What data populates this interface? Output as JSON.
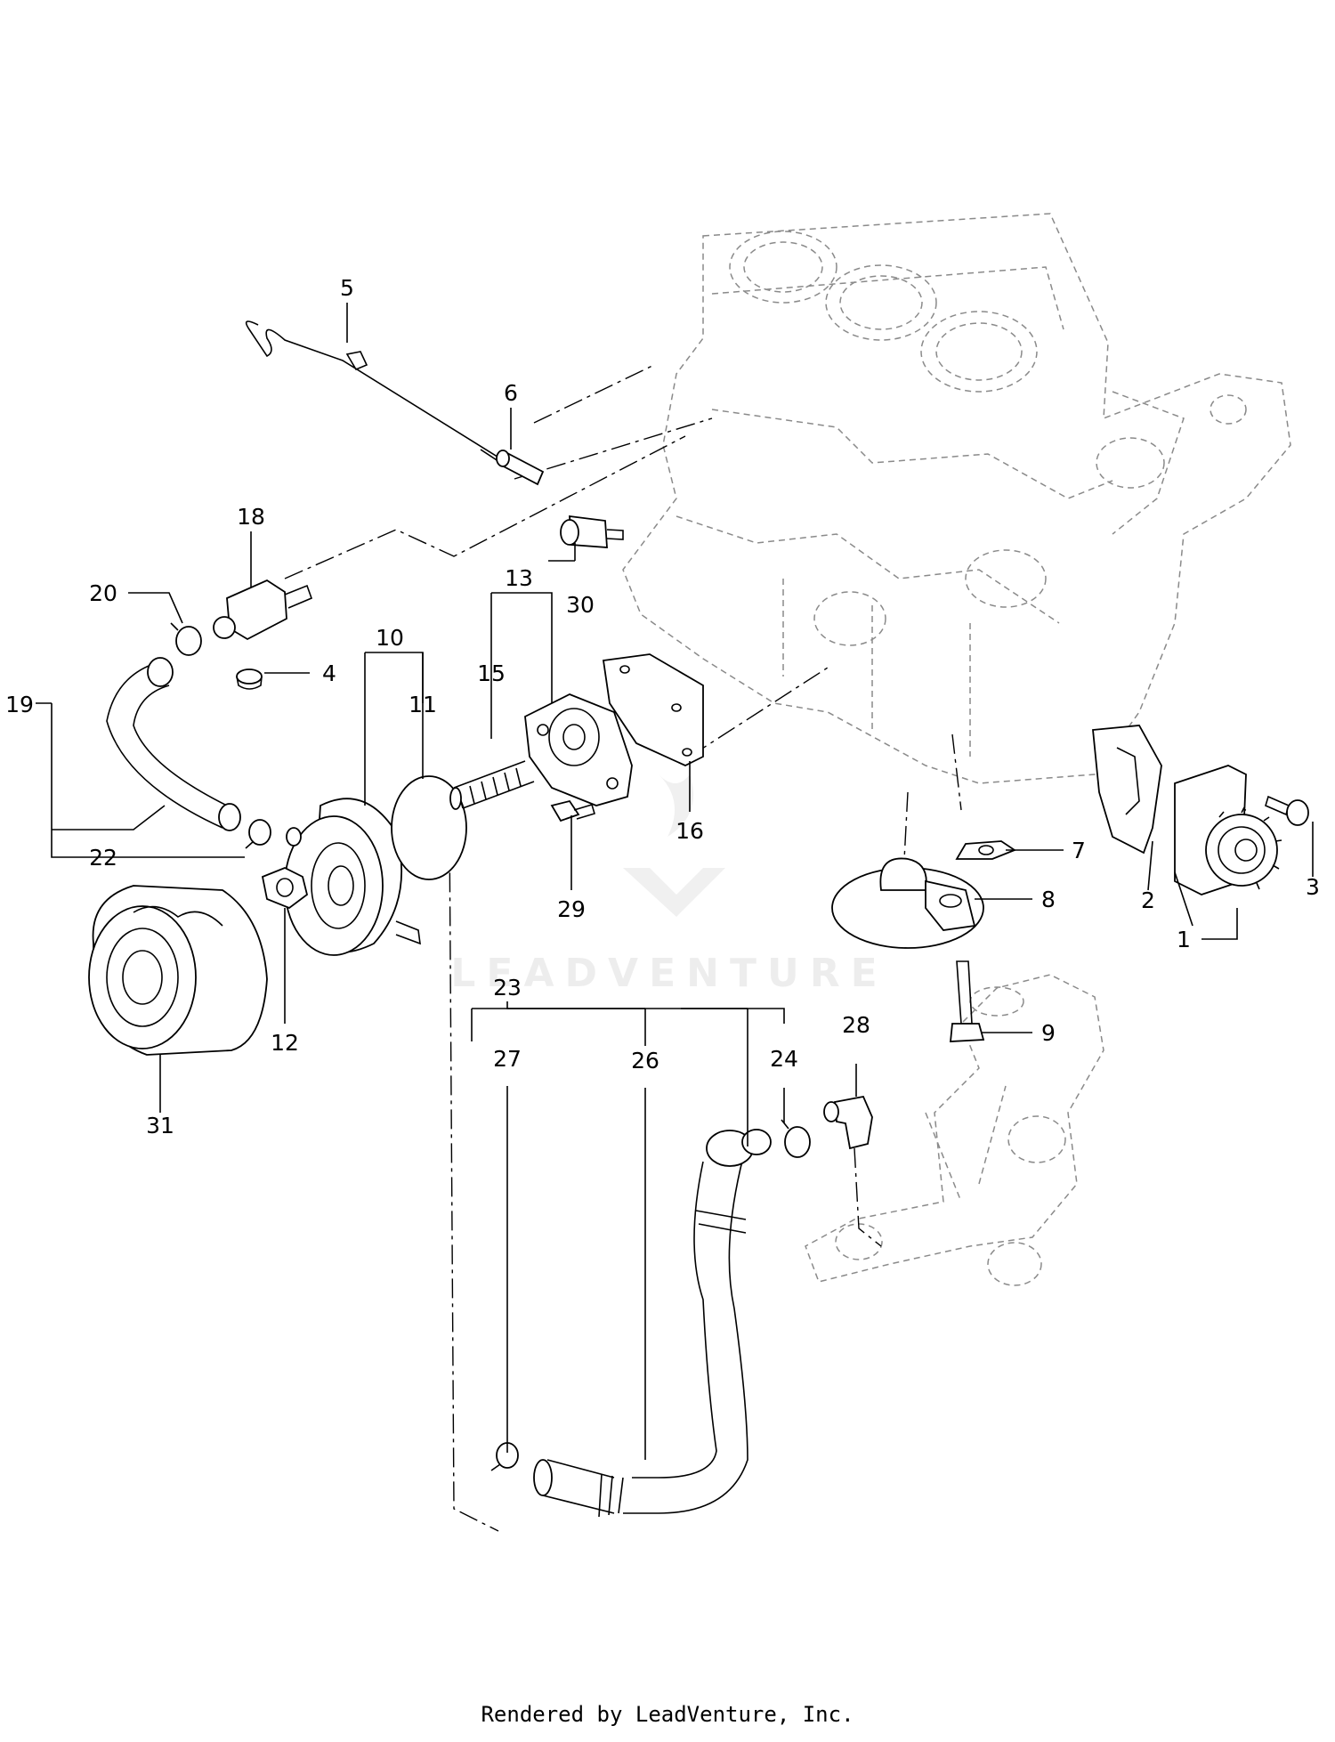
{
  "diagram": {
    "watermark": "LEADVENTURE",
    "footer": "Rendered by LeadVenture, Inc.",
    "callouts": {
      "c1": "1",
      "c2": "2",
      "c3": "3",
      "c4": "4",
      "c5": "5",
      "c6": "6",
      "c7": "7",
      "c8": "8",
      "c9": "9",
      "c10": "10",
      "c11": "11",
      "c12": "12",
      "c13": "13",
      "c15": "15",
      "c16": "16",
      "c18": "18",
      "c19": "19",
      "c20": "20",
      "c22": "22",
      "c23": "23",
      "c24": "24",
      "c26": "26",
      "c27": "27",
      "c28": "28",
      "c29": "29",
      "c30": "30",
      "c31": "31"
    }
  }
}
